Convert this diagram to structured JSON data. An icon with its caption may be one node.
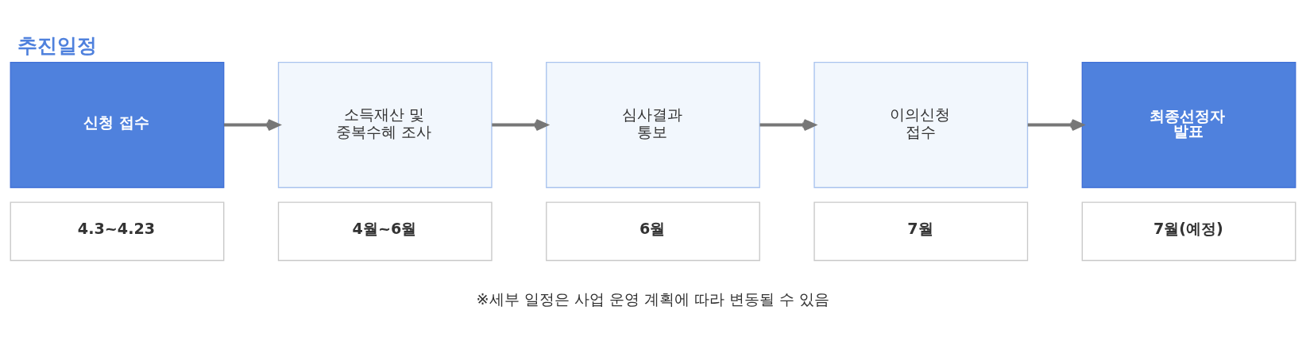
{
  "diagram": {
    "title": "추진일정",
    "nodes": [
      {
        "text": [
          "신청 접수"
        ]
      },
      {
        "text": [
          "소득재산 및 중복수혜 조사"
        ]
      },
      {
        "text": [
          "심사결과 통보"
        ]
      },
      {
        "text": [
          "이의신청 접수"
        ]
      },
      {
        "text": [
          "최종선정자 발표"
        ]
      },
      {
        "text": [
          "4.3~4.23"
        ]
      },
      {
        "text": [
          "4월~6월"
        ]
      },
      {
        "text": [
          "6월"
        ]
      },
      {
        "text": [
          "7월"
        ]
      },
      {
        "text": [
          "7월(예정)"
        ]
      }
    ],
    "edges": [
      {
        "from": 0,
        "to": 1,
        "arrow": "to"
      },
      {
        "from": 1,
        "to": 2,
        "arrow": "to"
      },
      {
        "from": 2,
        "to": 3,
        "arrow": "to"
      },
      {
        "from": 3,
        "to": 4,
        "arrow": "to"
      }
    ],
    "labels": [
      "※세부 일정은 사업 운영 계획에 따라 변동될 수 있음"
    ]
  }
}
